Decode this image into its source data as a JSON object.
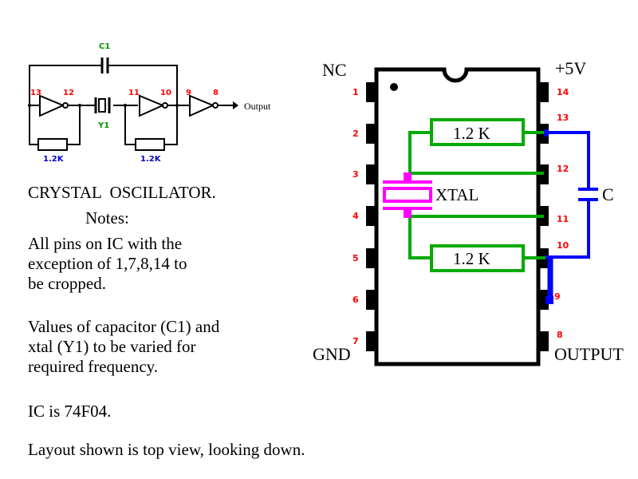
{
  "colors": {
    "wire": "#000000",
    "pin_number": "#ff0000",
    "component_label_green": "#009900",
    "resistor_label_blue": "#0000cc",
    "green_trace": "#00aa00",
    "blue_trace": "#0000ff",
    "crystal": "#ff00ff"
  },
  "schematic": {
    "capacitor_label": "C1",
    "crystal_label": "Y1",
    "resistor_labels": [
      "1.2K",
      "1.2K"
    ],
    "output_label": "Output",
    "pin_labels": {
      "inv1_in": "13",
      "inv1_out": "12",
      "inv2_in": "11",
      "inv2_out": "10",
      "inv3_in": "9",
      "inv3_out": "8"
    }
  },
  "ic_layout": {
    "left_pins": [
      "1",
      "2",
      "3",
      "4",
      "5",
      "6",
      "7"
    ],
    "right_pins": [
      "14",
      "13",
      "12",
      "11",
      "10",
      "9",
      "8"
    ],
    "corner_labels": {
      "top_left": "NC",
      "top_right": "+5V",
      "bottom_left": "GND",
      "bottom_right": "OUTPUT"
    },
    "resistor_top_label": "1.2 K",
    "resistor_bottom_label": "1.2 K",
    "crystal_label": "XTAL",
    "capacitor_label": "C"
  },
  "notes": {
    "title": "CRYSTAL  OSCILLATOR.",
    "subtitle": "Notes:",
    "paragraph1": "All pins on IC with the\nexception of 1,7,8,14 to\nbe cropped.",
    "paragraph2": "Values of capacitor (C1) and\nxtal (Y1) to be varied for\nrequired frequency.",
    "paragraph3": "IC is 74F04.",
    "paragraph4": "Layout shown is top view, looking down."
  }
}
